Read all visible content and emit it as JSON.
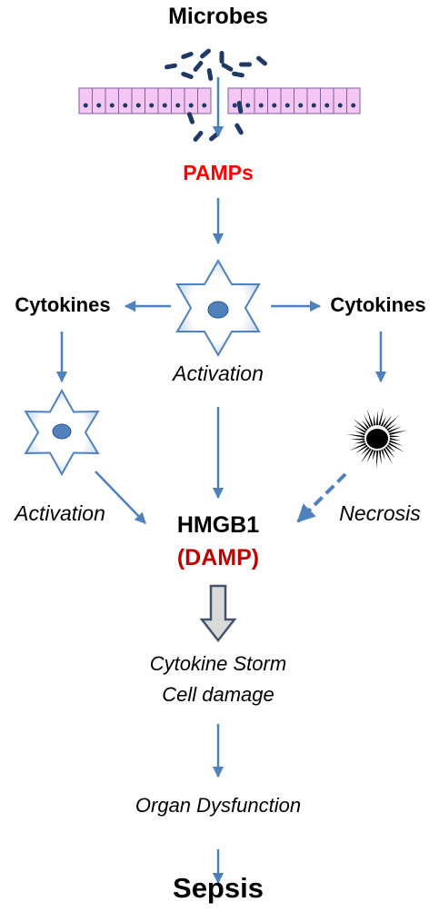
{
  "labels": {
    "microbes": "Microbes",
    "pamps": "PAMPs",
    "cytokines_left": "Cytokines",
    "cytokines_right": "Cytokines",
    "activation_center": "Activation",
    "activation_left": "Activation",
    "necrosis": "Necrosis",
    "hmgb1": "HMGB1",
    "damp": "(DAMP)",
    "cytokine_storm": "Cytokine Storm",
    "cell_damage": "Cell damage",
    "organ_dysfunction": "Organ Dysfunction",
    "sepsis": "Sepsis"
  },
  "colors": {
    "arrow": "#4f81bd",
    "pamps_text": "#ff0000",
    "damp_text": "#c00000",
    "epithelium_fill": "#f4c6f4",
    "epithelium_stroke": "#7f5f9f",
    "microbe": "#1f3864",
    "cell_fill": "#ffffff",
    "cell_stroke": "#4f81bd",
    "nucleus": "#4f81bd",
    "necrotic": "#000000",
    "block_arrow_fill": "#d9d9d9",
    "block_arrow_stroke": "#44546a"
  },
  "icons": {
    "epithelium": "epithelial-barrier-icon",
    "microbe": "bacteria-icon",
    "activated_cell": "activated-immune-cell-icon",
    "necrotic_cell": "necrotic-cell-icon",
    "block_arrow": "hollow-down-arrow-icon"
  }
}
